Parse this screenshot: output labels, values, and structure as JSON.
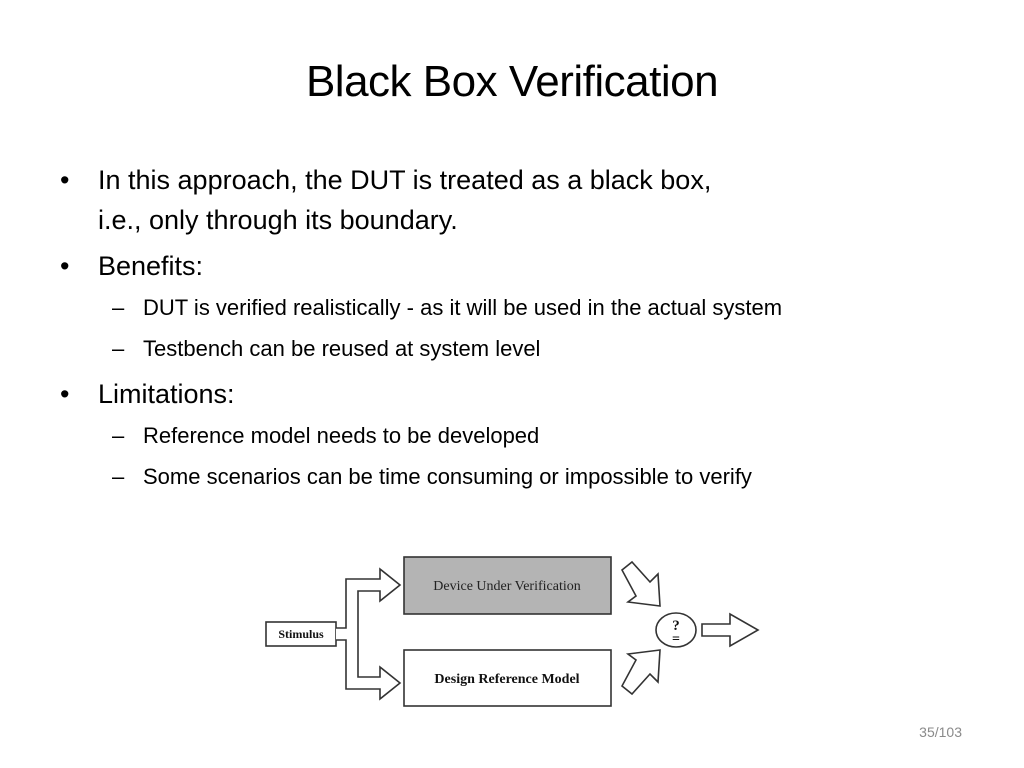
{
  "slide": {
    "title": "Black Box Verification",
    "page_number": "35/103"
  },
  "bullets": [
    {
      "lines": [
        "In this approach, the DUT is treated as a black box,",
        "i.e., only through its boundary."
      ]
    },
    {
      "lines": [
        "Benefits:"
      ],
      "sub": [
        "DUT is verified realistically - as it will be used in the actual system",
        "Testbench can be reused at system level"
      ]
    },
    {
      "lines": [
        "Limitations:"
      ],
      "sub": [
        "Reference model needs to be developed",
        "Some scenarios can be time consuming or impossible to verify"
      ]
    }
  ],
  "diagram": {
    "stimulus": "Stimulus",
    "duv": "Device Under Verification",
    "reference": "Design Reference Model",
    "compare_question": "?",
    "compare_equals": "=",
    "duv_fill": "#b4b4b4"
  }
}
